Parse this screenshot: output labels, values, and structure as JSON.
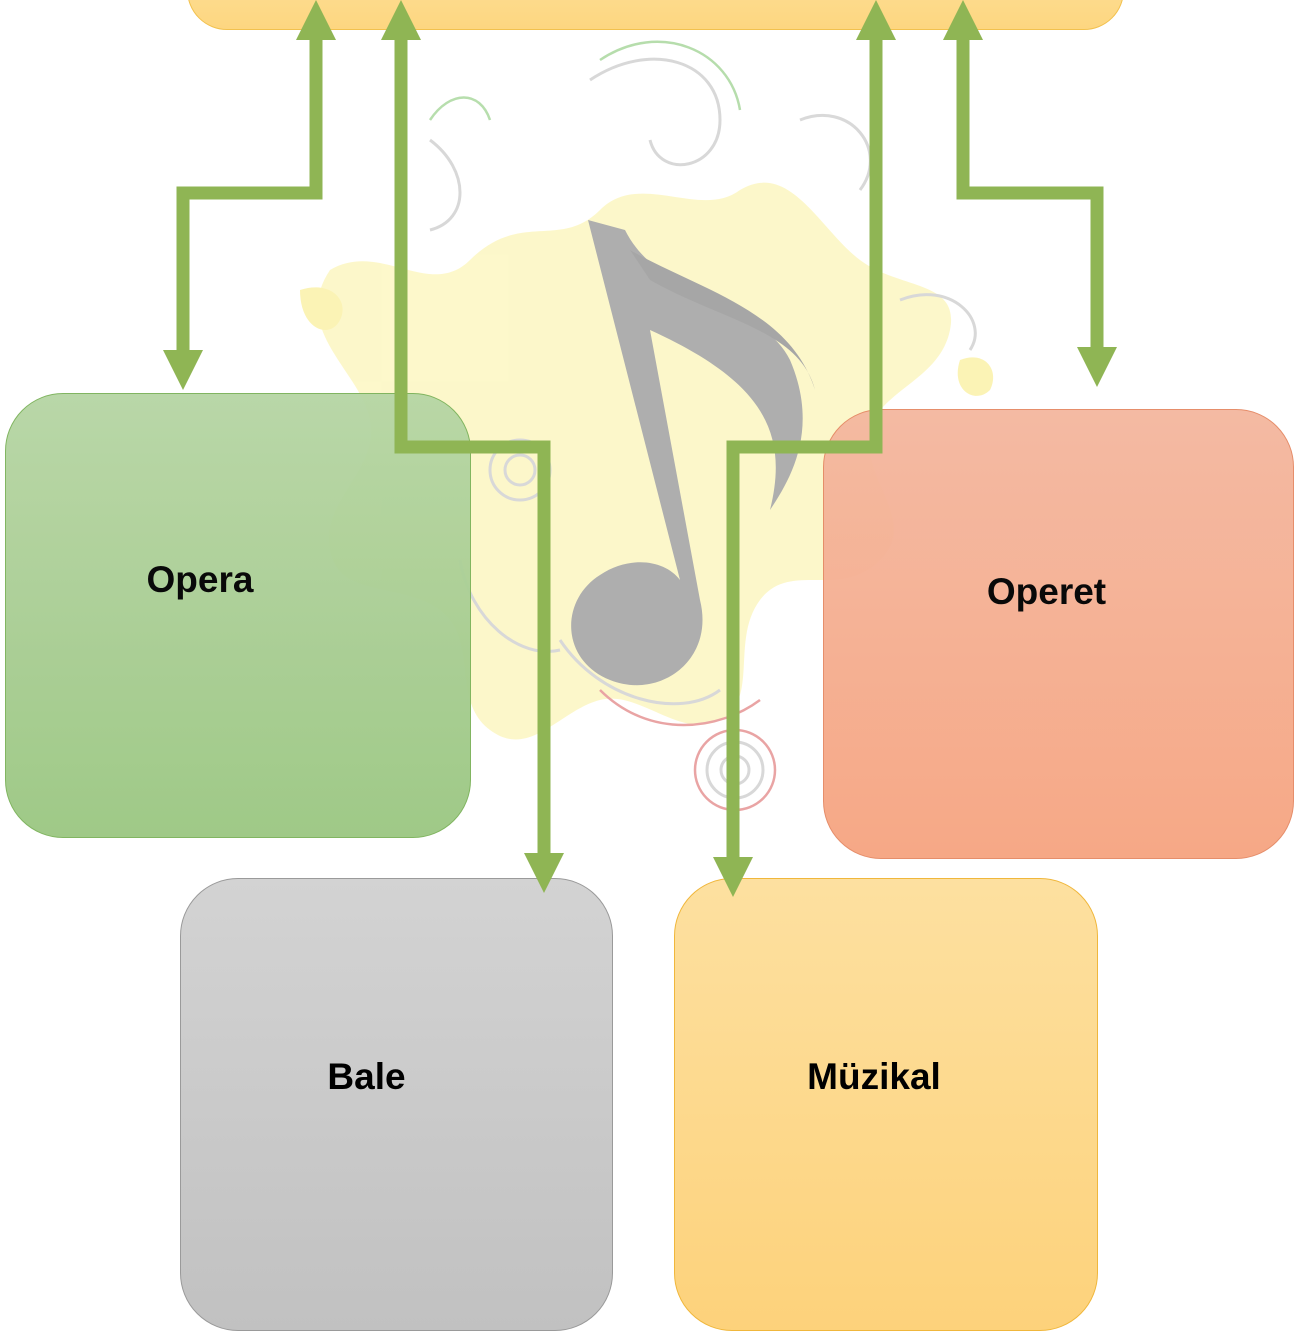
{
  "diagram": {
    "top_node": {
      "label": ""
    },
    "nodes": {
      "opera": {
        "label": "Opera"
      },
      "operet": {
        "label": "Operet"
      },
      "bale": {
        "label": "Bale"
      },
      "muzikal": {
        "label": "Müzikal"
      }
    },
    "colors": {
      "arrow": "#8fb554",
      "opera_fill": "#a9cf93",
      "operet_fill": "#f5ad8f",
      "bale_fill": "#c8c8c8",
      "muzikal_fill": "#fdd98b",
      "top_fill": "#fdde92"
    },
    "background_icon": "music-note-splash-watermark"
  }
}
